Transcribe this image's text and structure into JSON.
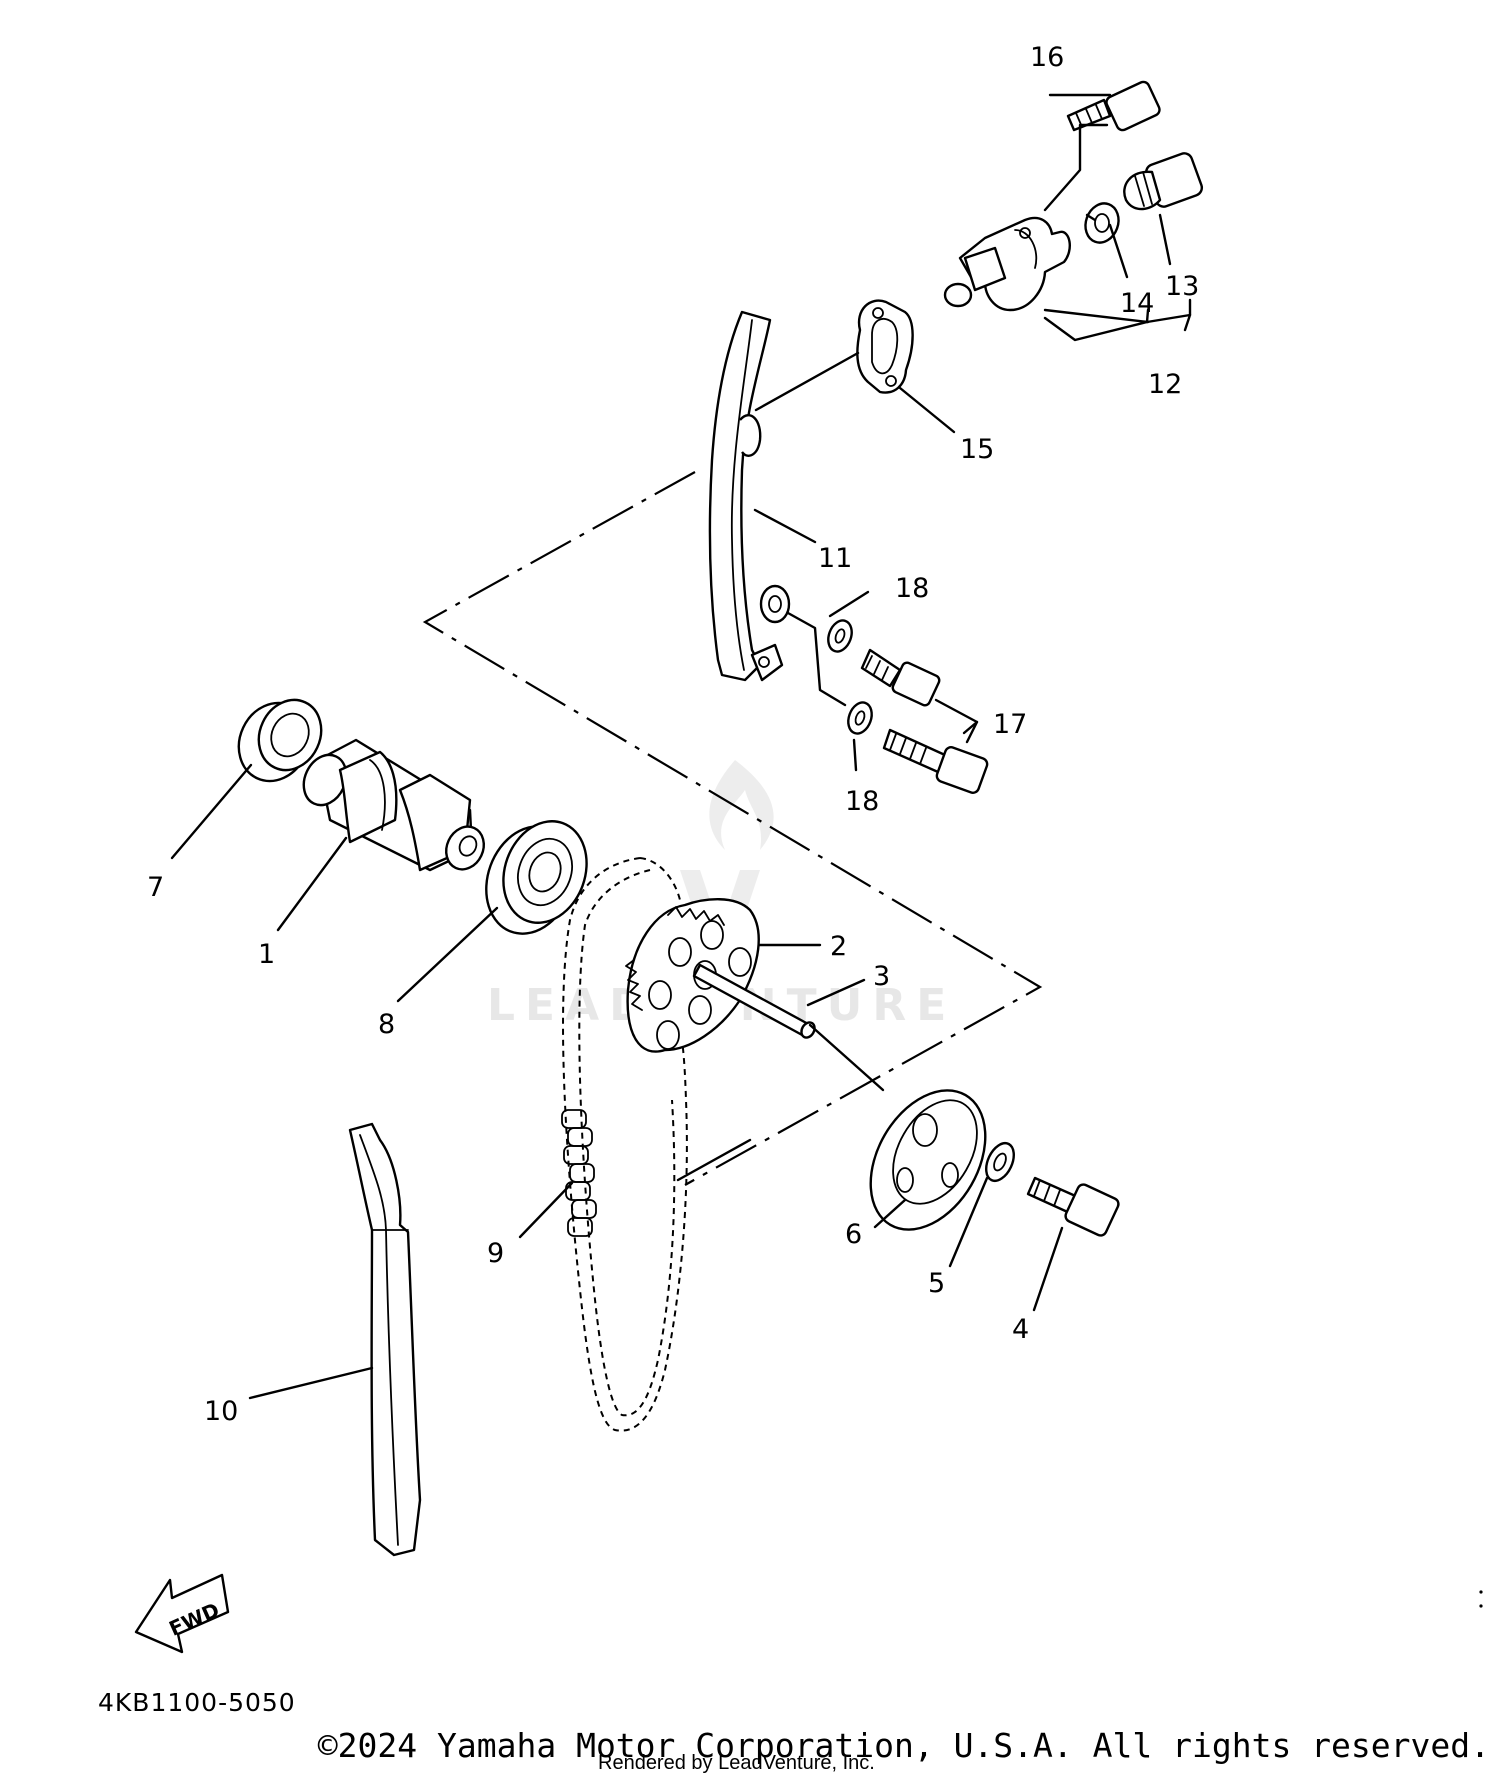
{
  "diagram_code": "4KB1100-5050",
  "copyright": "©2024 Yamaha Motor Corporation, U.S.A. All rights reserved.",
  "rendered_by": "Rendered by LeadVenture, Inc.",
  "watermark": "LEADVENTURE",
  "fwd_label": "FWD",
  "callouts": {
    "c1": "1",
    "c2": "2",
    "c3": "3",
    "c4": "4",
    "c5": "5",
    "c6": "6",
    "c7": "7",
    "c8": "8",
    "c9": "9",
    "c10": "10",
    "c11": "11",
    "c12": "12",
    "c13": "13",
    "c14": "14",
    "c15": "15",
    "c16": "16",
    "c17": "17",
    "c18a": "18",
    "c18b": "18"
  }
}
